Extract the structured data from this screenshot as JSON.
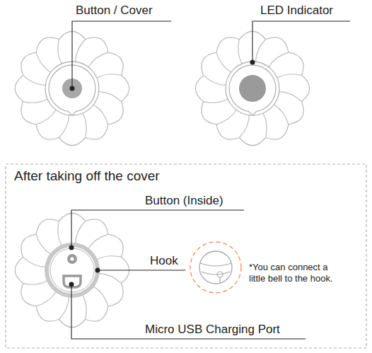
{
  "diagram": {
    "labels": [
      "Button / Cover",
      "LED Indicator",
      "After taking off the cover",
      "Button (Inside)",
      "Hook",
      "*You can connect a little bell to the hook.",
      "Micro USB Charging Port"
    ]
  }
}
